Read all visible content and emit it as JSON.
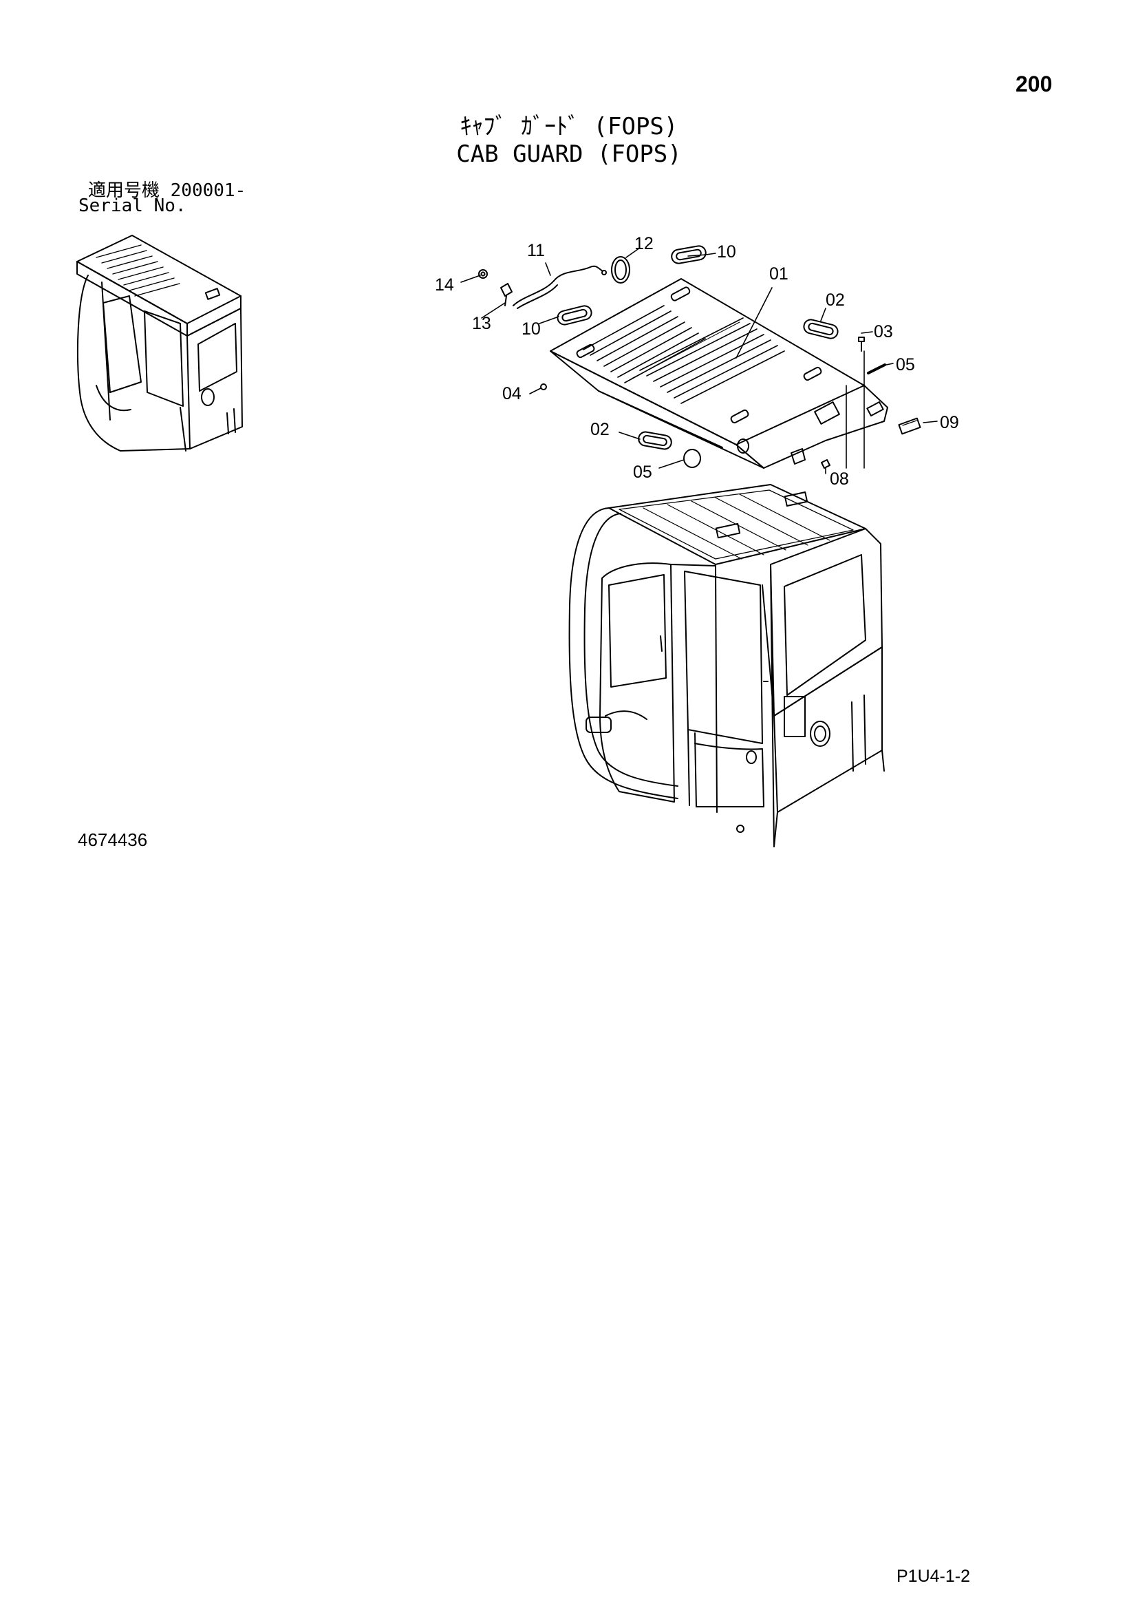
{
  "page_number": "200",
  "title_jp": "ｷｬﾌﾞ ｶﾞｰﾄﾞ (FOPS)",
  "title_en": "CAB GUARD (FOPS)",
  "serial": {
    "jp": "適用号機  200001-",
    "en": "Serial No."
  },
  "drawing_number": "4674436",
  "footer_code": "P1U4-1-2",
  "callouts": {
    "c01": "01",
    "c02a": "02",
    "c02b": "02",
    "c03": "03",
    "c04": "04",
    "c05a": "05",
    "c05b": "05",
    "c08": "08",
    "c09": "09",
    "c10a": "10",
    "c10b": "10",
    "c11": "11",
    "c12": "12",
    "c13": "13",
    "c14": "14"
  }
}
